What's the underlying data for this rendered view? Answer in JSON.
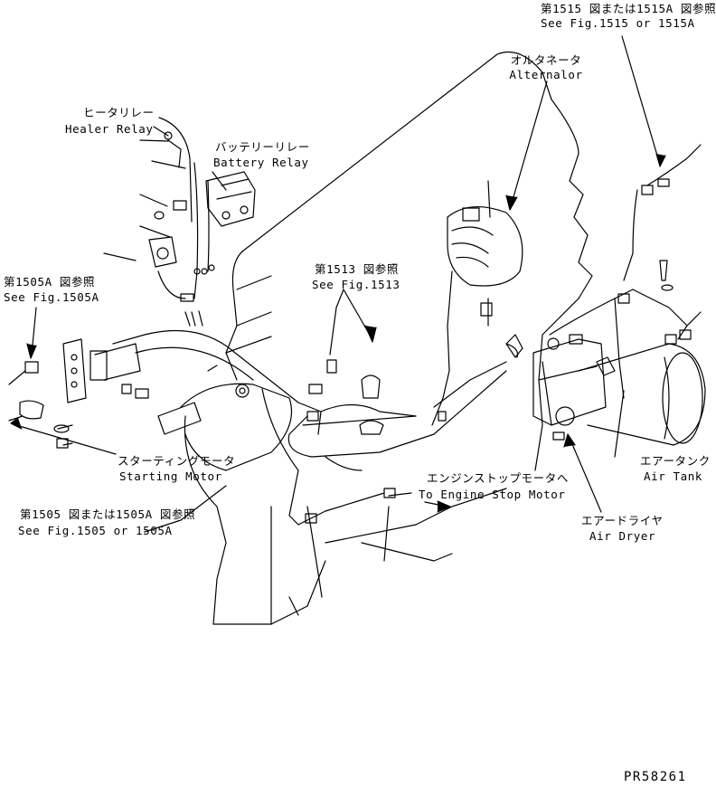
{
  "labels": {
    "fig1515_ja": "第1515 図または1515A 図参照",
    "fig1515_en": "See Fig.1515 or 1515A",
    "alternator_ja": "オルタネータ",
    "alternator_en": "Alternalor",
    "heater_relay_ja": "ヒータリレー",
    "heater_relay_en": "Healer Relay",
    "battery_relay_ja": "バッテリーリレー",
    "battery_relay_en": "Battery Relay",
    "fig1505a_ja": "第1505A 図参照",
    "fig1505a_en": "See Fig.1505A",
    "fig1513_ja": "第1513 図参照",
    "fig1513_en": "See Fig.1513",
    "starting_motor_ja": "スターティングモータ",
    "starting_motor_en": "Starting Motor",
    "engine_stop_ja": "エンジンストップモータへ",
    "engine_stop_en": "To Engine Stop Motor",
    "air_tank_ja": "エアータンク",
    "air_tank_en": "Air Tank",
    "air_dryer_ja": "エアードライヤ",
    "air_dryer_en": "Air Dryer",
    "fig1505_ja": "第1505 図または1505A 図参照",
    "fig1505_en": "See Fig.1505 or 1505A"
  },
  "drawing_code": "PR58261"
}
